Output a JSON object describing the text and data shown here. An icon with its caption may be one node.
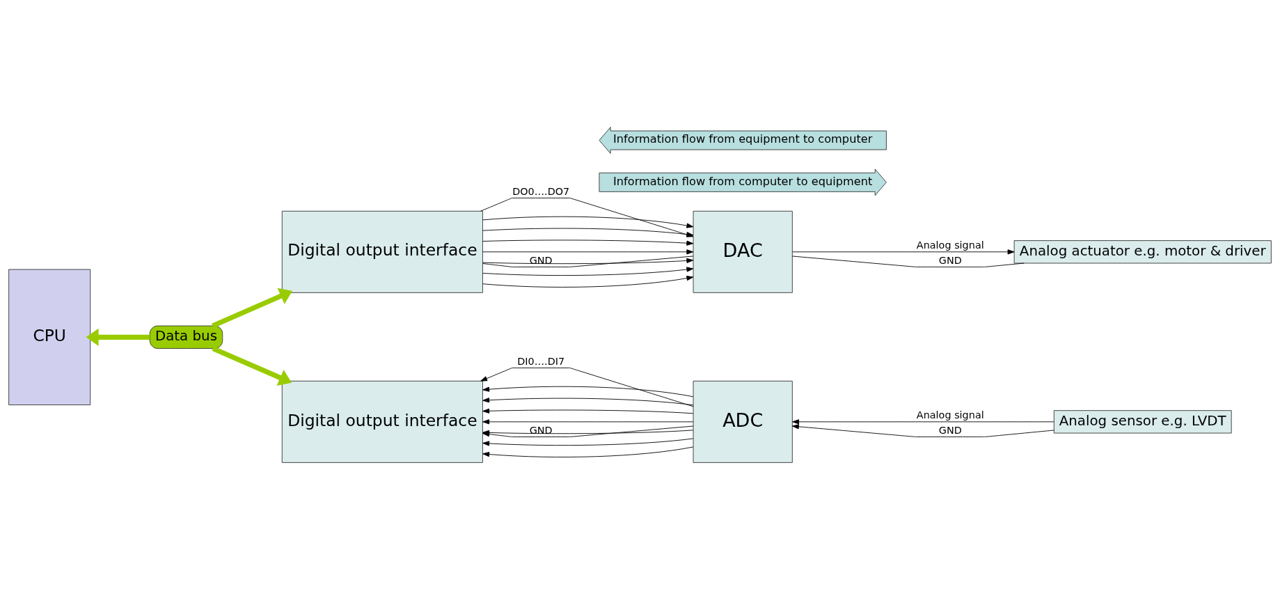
{
  "diagram": {
    "nodes": [
      {
        "text": [
          "Digital output interface"
        ]
      },
      {
        "text": [
          "DAC"
        ]
      },
      {
        "text": [
          "Analog actuator e.g. motor & driver"
        ]
      },
      {
        "text": [
          "CPU"
        ]
      },
      {
        "text": [
          "Data bus"
        ]
      },
      {
        "text": [
          "Information flow from computer to equipment"
        ]
      },
      {
        "text": [
          "Information flow from equipment to computer"
        ]
      },
      {
        "text": [
          "Digital output interface"
        ]
      },
      {
        "text": [
          "ADC"
        ]
      },
      {
        "text": [
          "Analog sensor e.g. LVDT"
        ]
      }
    ],
    "edges": [
      {
        "from": 4,
        "to": 3,
        "arrow": "to",
        "style": "thick",
        "color": "#99cc00"
      },
      {
        "from": 4,
        "to": 0,
        "arrow": "to",
        "style": "thick",
        "color": "#99cc00"
      },
      {
        "from": 4,
        "to": 7,
        "arrow": "to",
        "style": "thick",
        "color": "#99cc00"
      },
      {
        "from": 0,
        "to": 1,
        "arrow": "to",
        "label": "DO0….DO7"
      },
      {
        "from": 0,
        "to": 1,
        "arrow": "to"
      },
      {
        "from": 0,
        "to": 1,
        "arrow": "to"
      },
      {
        "from": 0,
        "to": 1,
        "arrow": "to"
      },
      {
        "from": 0,
        "to": 1,
        "arrow": "to"
      },
      {
        "from": 0,
        "to": 1,
        "arrow": "to"
      },
      {
        "from": 0,
        "to": 1,
        "arrow": "to"
      },
      {
        "from": 0,
        "to": 1,
        "arrow": "to"
      },
      {
        "from": 0,
        "to": 1,
        "arrow": "none",
        "label": "GND"
      },
      {
        "from": 1,
        "to": 2,
        "arrow": "to",
        "label": "Analog signal"
      },
      {
        "from": 1,
        "to": 2,
        "arrow": "none",
        "label": "GND"
      },
      {
        "from": 8,
        "to": 7,
        "arrow": "to",
        "label": "DI0….DI7"
      },
      {
        "from": 8,
        "to": 7,
        "arrow": "to"
      },
      {
        "from": 8,
        "to": 7,
        "arrow": "to"
      },
      {
        "from": 8,
        "to": 7,
        "arrow": "to"
      },
      {
        "from": 8,
        "to": 7,
        "arrow": "to"
      },
      {
        "from": 8,
        "to": 7,
        "arrow": "to"
      },
      {
        "from": 8,
        "to": 7,
        "arrow": "to"
      },
      {
        "from": 8,
        "to": 7,
        "arrow": "to"
      },
      {
        "from": 8,
        "to": 7,
        "arrow": "to",
        "label": "GND"
      },
      {
        "from": 9,
        "to": 8,
        "arrow": "to",
        "label": "Analog signal"
      },
      {
        "from": 9,
        "to": 8,
        "arrow": "to",
        "label": "GND"
      }
    ]
  }
}
